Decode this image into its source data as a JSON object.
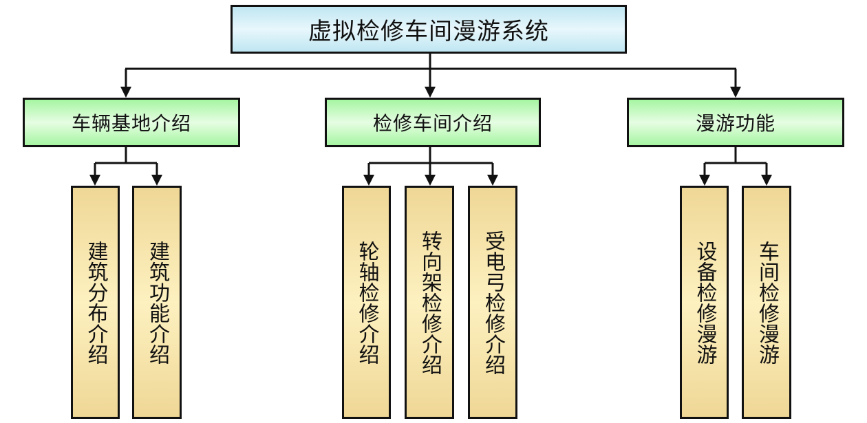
{
  "diagram": {
    "root": {
      "label": "虚拟检修车间漫游系统"
    },
    "branches": [
      {
        "label": "车辆基地介绍",
        "children": [
          {
            "label": "建筑分布介绍"
          },
          {
            "label": "建筑功能介绍"
          }
        ]
      },
      {
        "label": "检修车间介绍",
        "children": [
          {
            "label": "轮轴检修介绍"
          },
          {
            "label": "转向架检修介绍"
          },
          {
            "label": "受电弓检修介绍"
          }
        ]
      },
      {
        "label": "漫游功能",
        "children": [
          {
            "label": "设备检修漫游"
          },
          {
            "label": "车间检修漫游"
          }
        ]
      }
    ],
    "colors": {
      "root_fill": "#d4eff8",
      "branch_fill": "#c8f8c4",
      "leaf_fill": "#f6e4ab",
      "stroke": "#111111"
    }
  }
}
